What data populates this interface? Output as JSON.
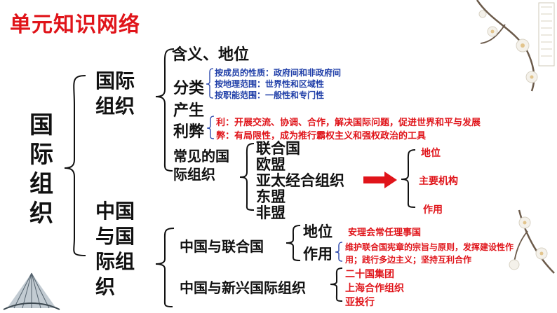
{
  "title": "单元知识网络",
  "root": [
    "国",
    "际",
    "组",
    "织"
  ],
  "branch1": {
    "label": [
      "国际",
      "组织"
    ],
    "hanyi": "含义、地位",
    "fenlei": {
      "label": [
        "分类"
      ],
      "items": [
        "按成员的性质：政府间和非政府间",
        "按地理范围：世界性和区域性",
        "按职能范围：一般性和专门性"
      ]
    },
    "chansheng": [
      "产生"
    ],
    "libi": {
      "label": [
        "利弊"
      ],
      "li": "利：开展交流、协调、合作，解决国际问题，促进世界和平与发展",
      "bi": "弊：有局限性，成为推行霸权主义和强权政治的工具"
    },
    "changjian": {
      "label": [
        "常见的国",
        "际组织"
      ],
      "orgs": [
        "联合国",
        "欧盟",
        "亚太经合组织",
        "东盟",
        "非盟"
      ],
      "aspects": [
        "地位",
        "主要机构",
        "作用"
      ]
    }
  },
  "branch2": {
    "label": [
      "中国",
      "与国",
      "际组",
      "织"
    ],
    "un": {
      "label": "中国与联合国",
      "diwei": "地位",
      "diwei_detail": "安理会常任理事国",
      "zuoyong": "作用",
      "zuoyong_detail": [
        "维护联合国宪章的宗旨与原则，发挥建设性作",
        "用；践行多边主义；坚持互利合作"
      ]
    },
    "emerging": {
      "label": "中国与新兴国际组织",
      "items": [
        "二十国集团",
        "上海合作组织",
        "亚投行"
      ]
    }
  },
  "colors": {
    "title": "#e0141a",
    "accent_red": "#e0141a",
    "accent_blue": "#1f3ea8",
    "text": "#111111",
    "arrow": "#e0141a"
  }
}
